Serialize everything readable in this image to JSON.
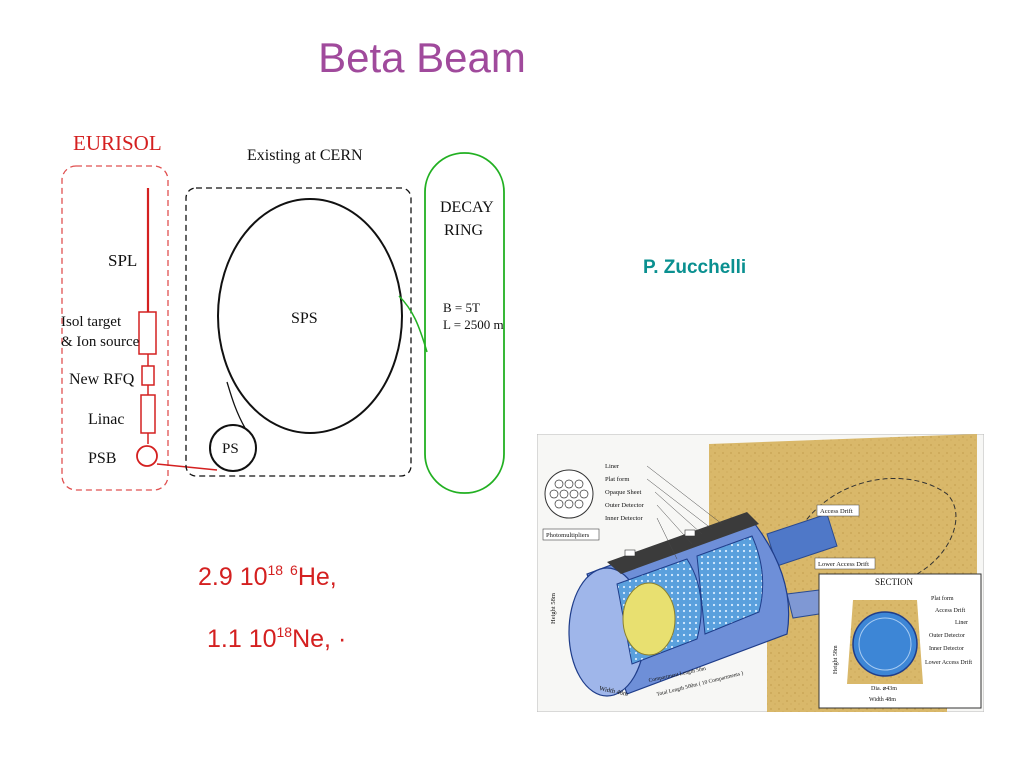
{
  "slide": {
    "title": "Beta Beam",
    "author": "P. Zucchelli"
  },
  "accelerator_diagram": {
    "eurisol_label": "EURISOL",
    "existing_label": "Existing at CERN",
    "decay_ring_line1": "DECAY",
    "decay_ring_line2": "RING",
    "decay_b": "B = 5T",
    "decay_l": "L = 2500 m",
    "spl": "SPL",
    "isol_line1": "Isol target",
    "isol_line2": "& Ion source",
    "new_rfq": "New RFQ",
    "linac": "Linac",
    "psb": "PSB",
    "sps": "SPS",
    "ps": "PS",
    "colors": {
      "eurisol": "#d42020",
      "decay_ring": "#22b022",
      "line": "#111111"
    }
  },
  "rates": {
    "he_value": "2.9 10",
    "he_exp": "18",
    "he_mass": "6",
    "he_symbol": "He,",
    "ne_value": "1.1 10",
    "ne_exp": "18",
    "ne_symbol": "Ne, ·"
  },
  "detector_figure": {
    "callouts_left": [
      "Liner",
      "Plat form",
      "Opaque Sheet",
      "Outer Detector",
      "Inner Detector"
    ],
    "photomultipliers": "Photomultipliers",
    "access_drift": "Access Drift",
    "lower_access_drift": "Lower Access Drift",
    "height": "Height 58m",
    "width": "Width 48m",
    "compartment_length": "Compartment Length 50m",
    "total_length": "Total Length 500m ( 10 Compartments )",
    "section": {
      "title": "SECTION",
      "labels": [
        "Plat form",
        "Access Drift",
        "Liner",
        "Outer Detector",
        "Inner Detector",
        "Lower Access Drift"
      ],
      "height": "Height 58m",
      "diameter": "Dia. ⌀43m",
      "width": "Width 48m"
    }
  }
}
